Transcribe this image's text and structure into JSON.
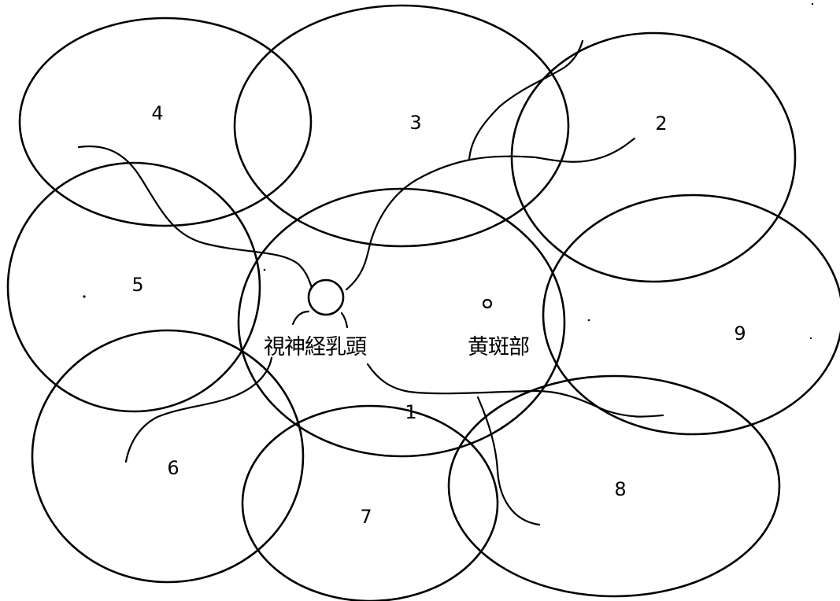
{
  "title": "",
  "fields": [
    {
      "id": "1",
      "label": "1"
    },
    {
      "id": "2",
      "label": "2"
    },
    {
      "id": "3",
      "label": "3"
    },
    {
      "id": "4",
      "label": "4"
    },
    {
      "id": "5",
      "label": "5"
    },
    {
      "id": "6",
      "label": "6"
    },
    {
      "id": "7",
      "label": "7"
    },
    {
      "id": "8",
      "label": "8"
    },
    {
      "id": "9",
      "label": "9"
    }
  ],
  "landmarks": {
    "optic_disc_label": "視神経乳頭",
    "macula_label": "黄斑部"
  },
  "colors": {
    "line": "#000000",
    "background": "#ffffff"
  }
}
